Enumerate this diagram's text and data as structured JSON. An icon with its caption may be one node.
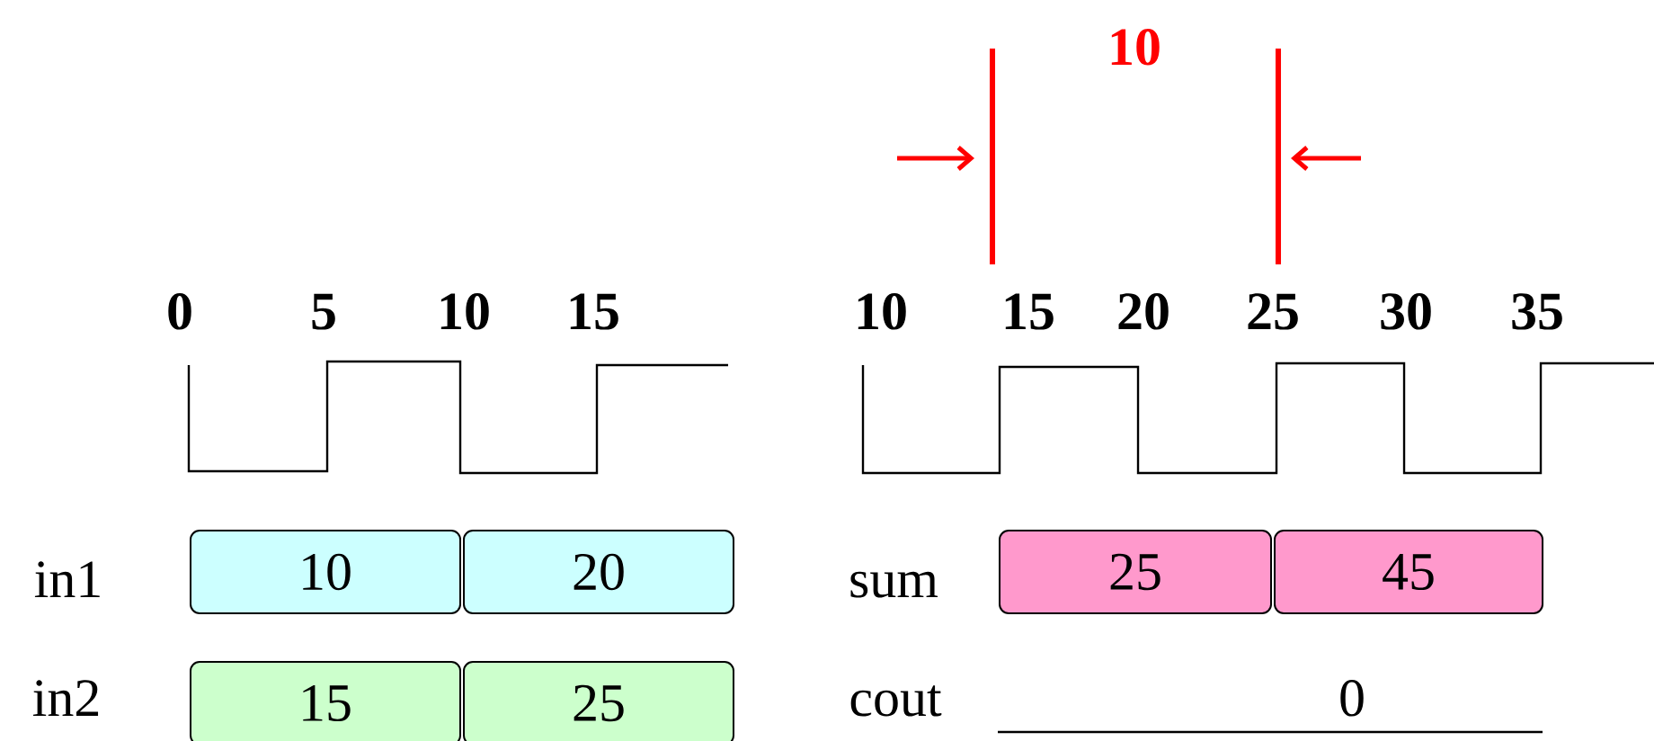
{
  "diagram": {
    "nodes": [
      {
        "text": [
          "10"
        ]
      },
      {
        "text": [
          "20"
        ]
      },
      {
        "text": [
          "25"
        ]
      },
      {
        "text": [
          "45"
        ]
      },
      {
        "text": [
          "15"
        ]
      },
      {
        "text": [
          "25"
        ]
      }
    ],
    "labels": [
      "10",
      "0",
      "5",
      "10",
      "15",
      "10",
      "15",
      "20",
      "25",
      "30",
      "35",
      "in1",
      "sum",
      "in2",
      "cout",
      "0"
    ]
  }
}
